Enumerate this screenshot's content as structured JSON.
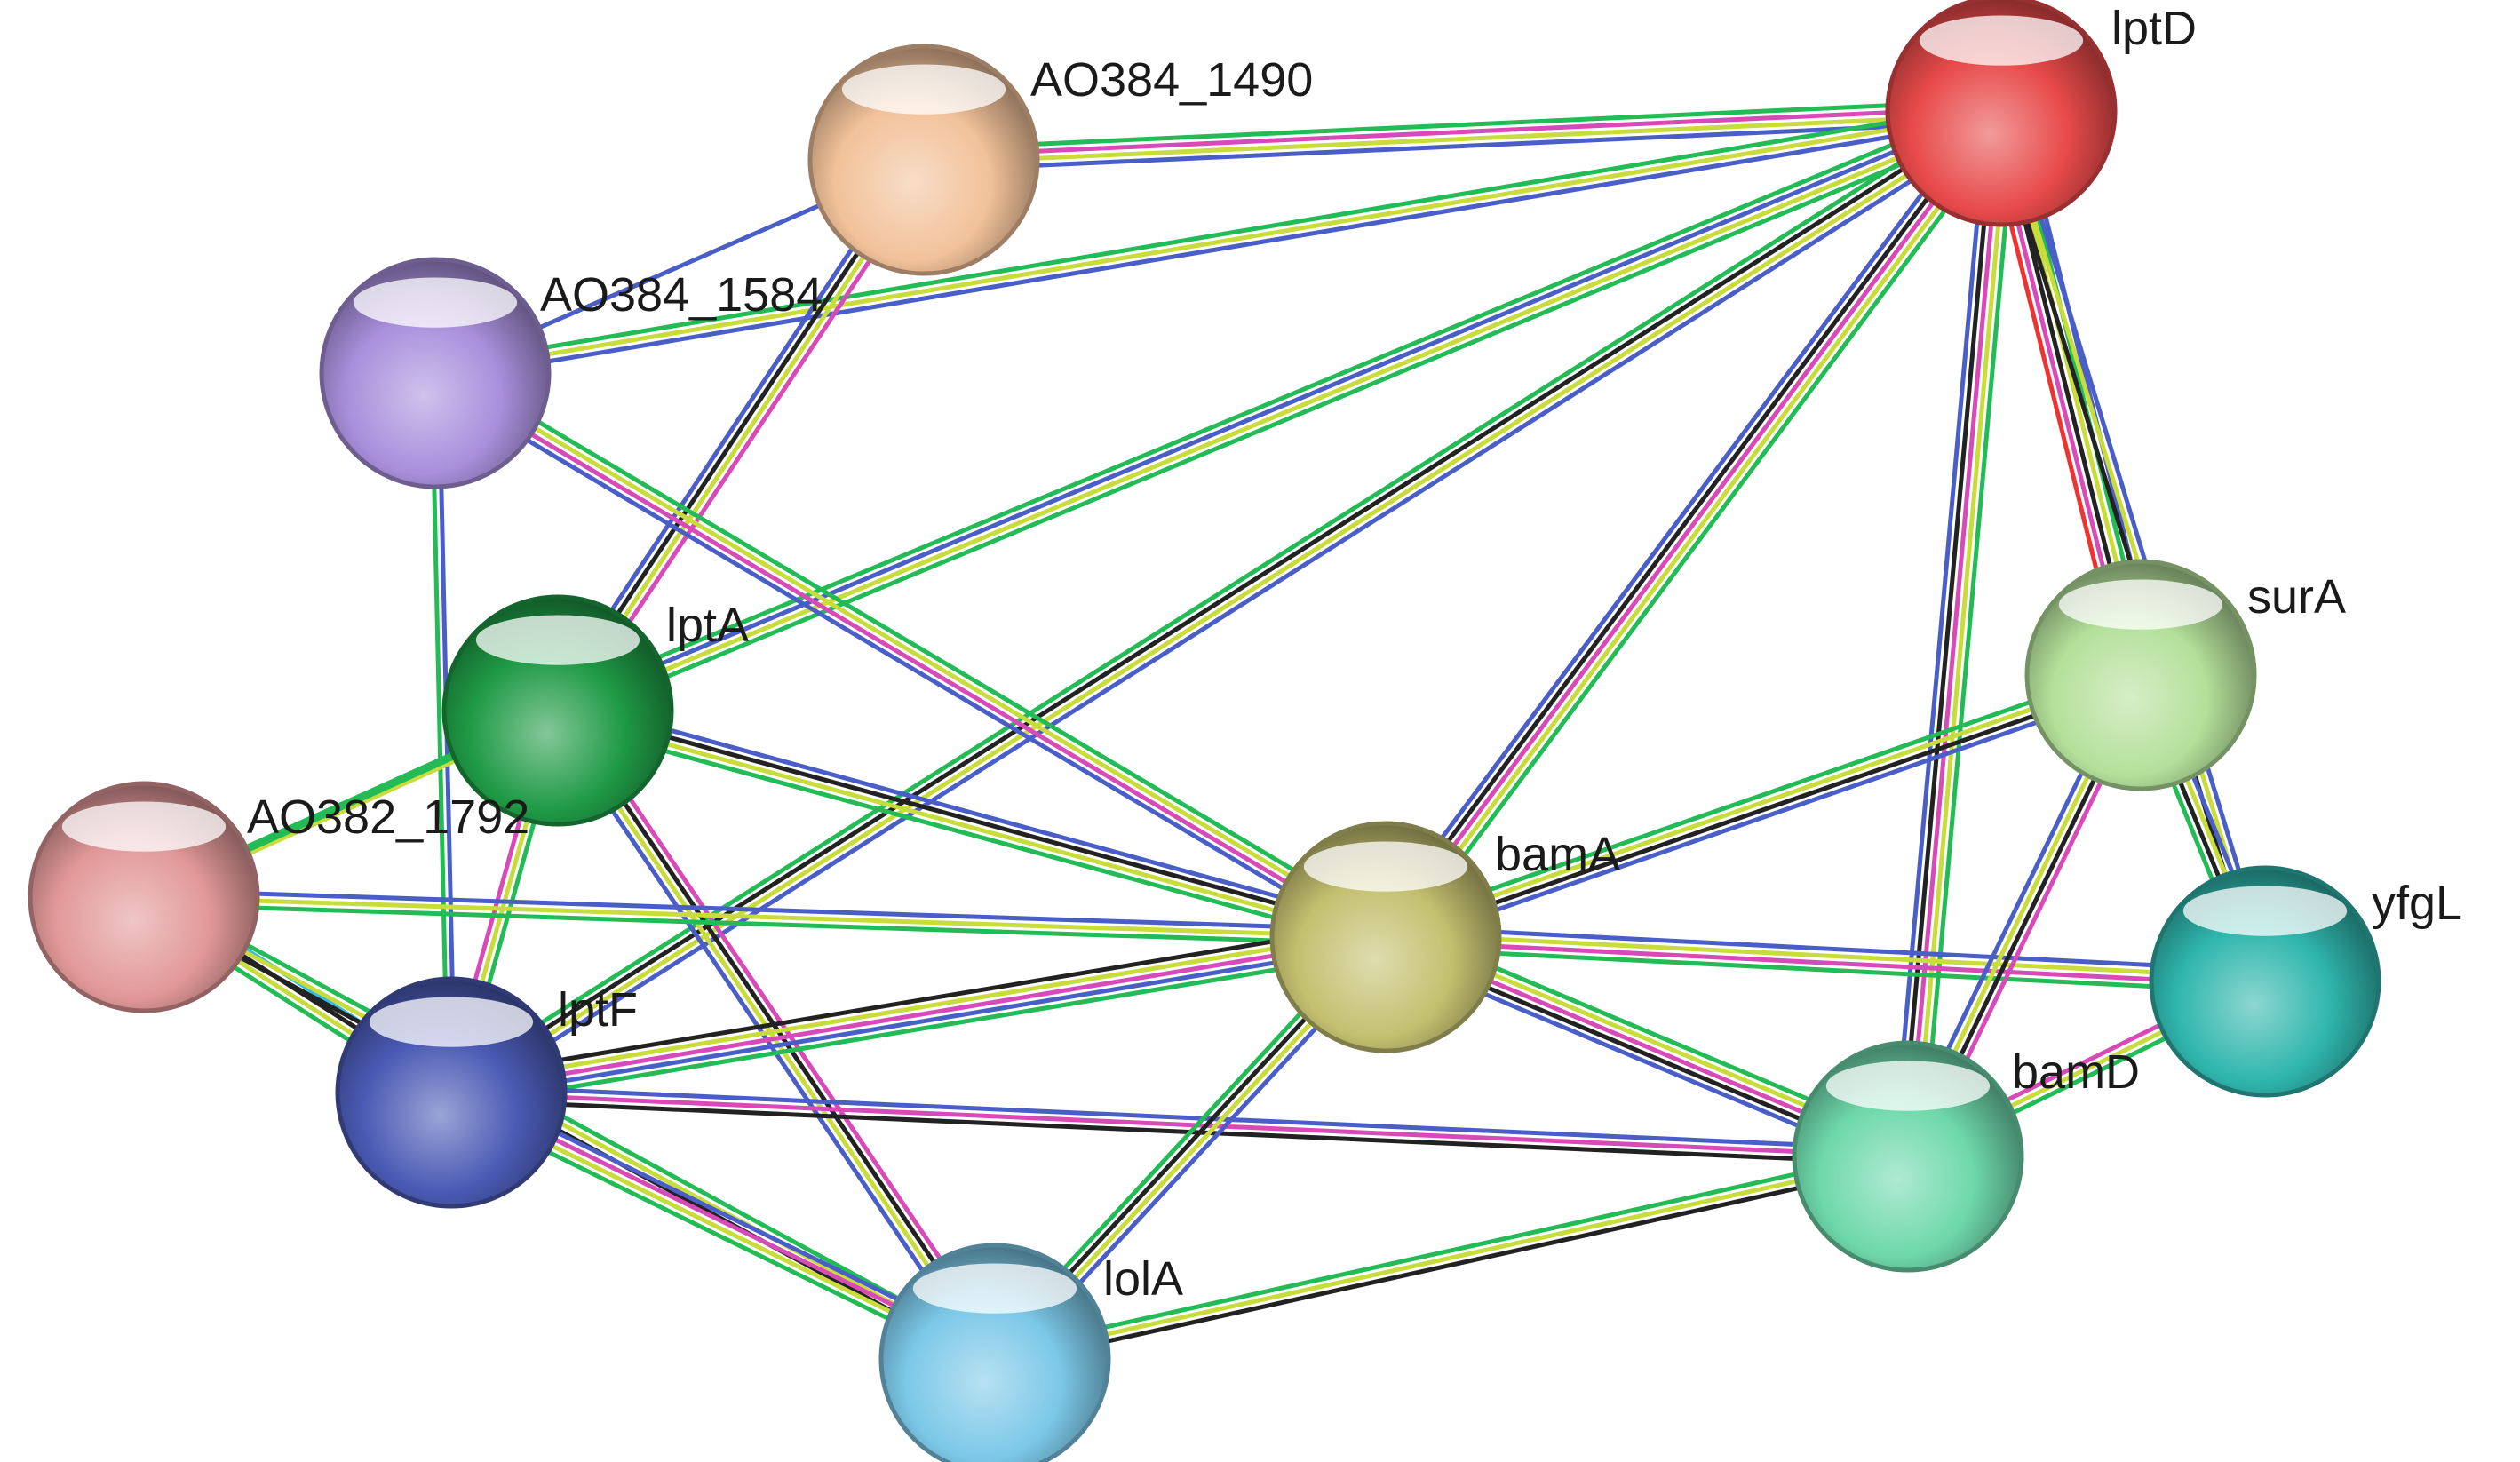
{
  "diagram": {
    "type": "protein-interaction-network",
    "nodes": [
      {
        "id": "lptD",
        "label": "lptD",
        "color": "#e84a4a"
      },
      {
        "id": "AO384_1490",
        "label": "AO384_1490",
        "color": "#f2c29a"
      },
      {
        "id": "AO384_1584",
        "label": "AO384_1584",
        "color": "#a98fdc"
      },
      {
        "id": "lptA",
        "label": "lptA",
        "color": "#1f9a45"
      },
      {
        "id": "AO382_1792",
        "label": "AO382_1792",
        "color": "#e29898"
      },
      {
        "id": "bamA",
        "label": "bamA",
        "color": "#c4c070"
      },
      {
        "id": "surA",
        "label": "surA",
        "color": "#b4e09a"
      },
      {
        "id": "yfgL",
        "label": "yfgL",
        "color": "#2fb6ac"
      },
      {
        "id": "lptF",
        "label": "lptF",
        "color": "#4a5ab4"
      },
      {
        "id": "bamD",
        "label": "bamD",
        "color": "#6ed8aa"
      },
      {
        "id": "lolA",
        "label": "lolA",
        "color": "#7cc8e8"
      }
    ],
    "edge_colors": {
      "blue": "#4a5ec8",
      "green": "#22bb55",
      "yellow": "#c8dc3c",
      "pink": "#d84ab8",
      "black": "#222222",
      "red": "#ee3333",
      "cyan": "#33bbe0"
    },
    "edges": [
      {
        "source": "lptD",
        "target": "AO384_1490",
        "types": [
          "blue",
          "yellow",
          "pink",
          "green"
        ]
      },
      {
        "source": "lptD",
        "target": "AO384_1584",
        "types": [
          "blue",
          "yellow",
          "green"
        ]
      },
      {
        "source": "lptD",
        "target": "lptA",
        "types": [
          "green",
          "yellow",
          "blue",
          "green"
        ]
      },
      {
        "source": "lptD",
        "target": "lptF",
        "types": [
          "blue",
          "yellow",
          "black",
          "green"
        ]
      },
      {
        "source": "lptD",
        "target": "bamA",
        "types": [
          "green",
          "yellow",
          "pink",
          "black",
          "blue"
        ]
      },
      {
        "source": "lptD",
        "target": "surA",
        "types": [
          "blue",
          "green",
          "yellow",
          "black",
          "pink",
          "red"
        ]
      },
      {
        "source": "lptD",
        "target": "yfgL",
        "types": [
          "blue",
          "yellow",
          "black"
        ]
      },
      {
        "source": "lptD",
        "target": "bamD",
        "types": [
          "green",
          "yellow",
          "pink",
          "black",
          "blue"
        ]
      },
      {
        "source": "AO384_1490",
        "target": "AO384_1584",
        "types": [
          "blue"
        ]
      },
      {
        "source": "AO384_1490",
        "target": "lptA",
        "types": [
          "pink",
          "yellow",
          "black",
          "blue"
        ]
      },
      {
        "source": "AO384_1584",
        "target": "lptF",
        "types": [
          "blue",
          "green"
        ]
      },
      {
        "source": "AO384_1584",
        "target": "bamA",
        "types": [
          "green",
          "yellow",
          "pink",
          "blue"
        ]
      },
      {
        "source": "lptA",
        "target": "bamA",
        "types": [
          "blue",
          "black",
          "yellow",
          "green"
        ]
      },
      {
        "source": "lptA",
        "target": "AO382_1792",
        "types": [
          "yellow",
          "green"
        ]
      },
      {
        "source": "lptA",
        "target": "lptF",
        "types": [
          "green",
          "yellow",
          "pink"
        ]
      },
      {
        "source": "lptA",
        "target": "lolA",
        "types": [
          "pink",
          "black",
          "yellow",
          "blue"
        ]
      },
      {
        "source": "AO382_1792",
        "target": "bamA",
        "types": [
          "blue",
          "yellow",
          "green"
        ]
      },
      {
        "source": "AO382_1792",
        "target": "lptF",
        "types": [
          "cyan",
          "black",
          "yellow",
          "green"
        ]
      },
      {
        "source": "AO382_1792",
        "target": "lolA",
        "types": [
          "green",
          "yellow",
          "black"
        ]
      },
      {
        "source": "AO382_1792",
        "target": "lptA",
        "types": [
          "green"
        ]
      },
      {
        "source": "lptF",
        "target": "bamA",
        "types": [
          "black",
          "yellow",
          "pink",
          "blue",
          "green"
        ]
      },
      {
        "source": "lptF",
        "target": "bamD",
        "types": [
          "blue",
          "pink",
          "black"
        ]
      },
      {
        "source": "lptF",
        "target": "lolA",
        "types": [
          "blue",
          "pink",
          "yellow",
          "green"
        ]
      },
      {
        "source": "bamA",
        "target": "surA",
        "types": [
          "green",
          "yellow",
          "black",
          "blue"
        ]
      },
      {
        "source": "bamA",
        "target": "yfgL",
        "types": [
          "blue",
          "yellow",
          "pink",
          "green"
        ]
      },
      {
        "source": "bamA",
        "target": "bamD",
        "types": [
          "green",
          "yellow",
          "pink",
          "black",
          "blue"
        ]
      },
      {
        "source": "bamA",
        "target": "lolA",
        "types": [
          "blue",
          "yellow",
          "black",
          "green"
        ]
      },
      {
        "source": "surA",
        "target": "yfgL",
        "types": [
          "blue",
          "yellow",
          "black",
          "green"
        ]
      },
      {
        "source": "surA",
        "target": "bamD",
        "types": [
          "pink",
          "black",
          "yellow",
          "blue"
        ]
      },
      {
        "source": "yfgL",
        "target": "bamD",
        "types": [
          "green",
          "yellow",
          "pink"
        ]
      },
      {
        "source": "bamD",
        "target": "lolA",
        "types": [
          "black",
          "yellow",
          "green"
        ]
      }
    ]
  }
}
